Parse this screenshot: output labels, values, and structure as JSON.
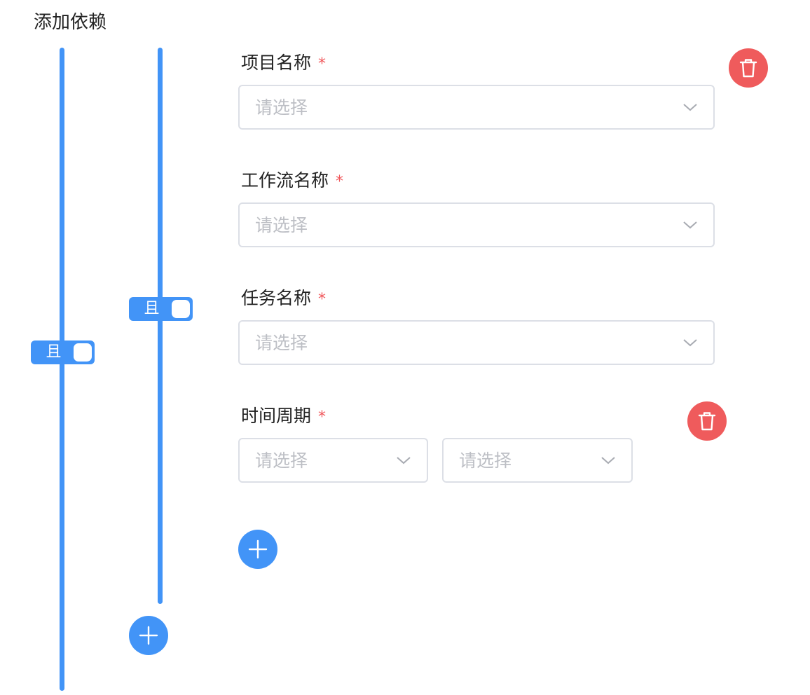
{
  "page": {
    "title": "添加依赖"
  },
  "relation_toggles": {
    "outer_label": "且",
    "inner_label": "且"
  },
  "fields": {
    "project": {
      "label": "项目名称",
      "required_mark": "*",
      "placeholder": "请选择"
    },
    "workflow": {
      "label": "工作流名称",
      "required_mark": "*",
      "placeholder": "请选择"
    },
    "task": {
      "label": "任务名称",
      "required_mark": "*",
      "placeholder": "请选择"
    },
    "period": {
      "label": "时间周期",
      "required_mark": "*",
      "placeholder_unit": "请选择",
      "placeholder_value": "请选择"
    }
  },
  "icons": {
    "delete": "trash-icon",
    "add": "plus-icon",
    "dropdown": "chevron-down-icon"
  },
  "colors": {
    "accent": "#4294f7",
    "danger": "#ef5b5c",
    "required": "#f0565a",
    "border": "#dcdfe6",
    "placeholder": "#bdbfc5"
  }
}
